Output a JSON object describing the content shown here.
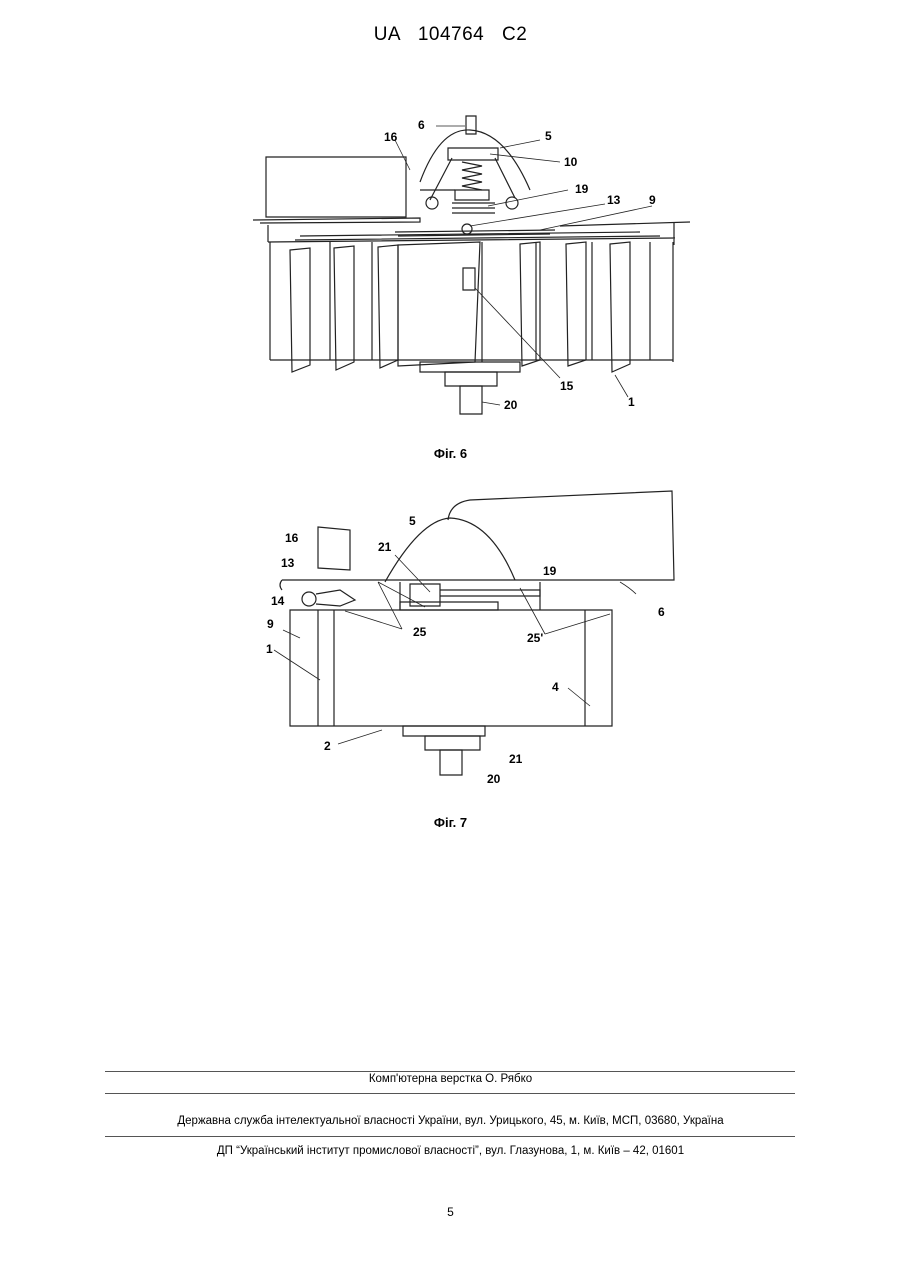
{
  "header": {
    "patent_number": "UA   104764   C2"
  },
  "figure6": {
    "caption": "Фіг. 6",
    "labels": {
      "l1": "1",
      "l5": "5",
      "l6": "6",
      "l9": "9",
      "l10": "10",
      "l13": "13",
      "l15": "15",
      "l16": "16",
      "l19": "19",
      "l20": "20"
    }
  },
  "figure7": {
    "caption": "Фіг. 7",
    "labels": {
      "l1": "1",
      "l2": "2",
      "l4": "4",
      "l5": "5",
      "l6": "6",
      "l9": "9",
      "l13": "13",
      "l14": "14",
      "l16": "16",
      "l19": "19",
      "l20": "20",
      "l21a": "21",
      "l21b": "21",
      "l25a": "25",
      "l25b": "25'"
    }
  },
  "footer": {
    "layout_credit": "Комп'ютерна верстка О. Рябко",
    "publisher": "Державна служба інтелектуальної власності України, вул. Урицького, 45, м. Київ, МСП, 03680, Україна",
    "institute": "ДП “Український інститут промислової власності”, вул. Глазунова, 1, м. Київ – 42, 01601",
    "page_number": "5"
  }
}
